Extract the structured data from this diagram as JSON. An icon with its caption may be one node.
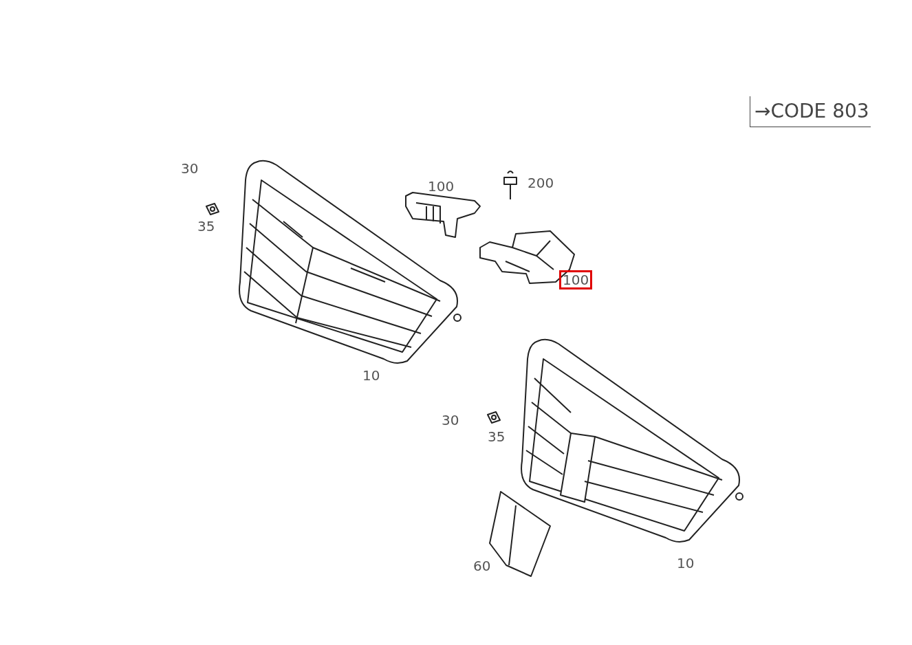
{
  "diagram": {
    "labels": [
      "→CODE 803",
      "30",
      "100",
      "200",
      "35",
      "100",
      "10",
      "30",
      "35",
      "60",
      "10"
    ]
  }
}
